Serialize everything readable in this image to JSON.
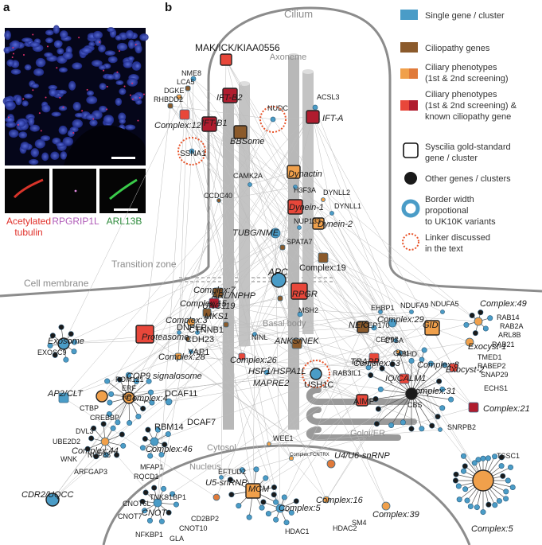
{
  "panel_a": {
    "letter": "a",
    "caption_acetylated": "Acetylated",
    "caption_tubulin": "tubulin",
    "caption_rpgrip1l": "RPGRIP1L",
    "caption_arl13b": "ARL13B",
    "colors": {
      "acetylated": "#e0302a",
      "rpgrip1l": "#b05cb8",
      "arl13b": "#2c8a3a"
    }
  },
  "panel_b": {
    "letter": "b",
    "regions": {
      "cilium": "Cilium",
      "axoneme": "Axoneme",
      "transition_zone": "Transition zone",
      "cell_membrane": "Cell membrane",
      "basal_body": "Basal body",
      "cytosol": "Cytosol",
      "nucleus": "Nucleus",
      "golgi": "Golgi/ER"
    },
    "labels": {
      "mak": "MAK/ICK/KIAA0556",
      "nme8": "NME8",
      "lca5": "LCA5",
      "dgke": "DGKE",
      "rhbdd2": "RHBDD2",
      "ift52": "IFT-B2",
      "complex12": "Complex:12",
      "ift81": "IFT-B1",
      "bbsome": "BBSome",
      "ssna1": "SSNA1",
      "nudc": "NUDC",
      "acsl3": "ACSL3",
      "ifta": "IFT-A",
      "camk2a": "CAMK2A",
      "cccd40": "CCDC40",
      "dynactin": "Dynactin",
      "h3f3a": "H3F3A",
      "dynll2": "DYNLL2",
      "dynein1": "Dynein-1",
      "dynll1": "DYNLL1",
      "nup133": "NUP133",
      "dynein2": "Dynein-2",
      "tubg": "TUBG/NME",
      "spata7": "SPATA7",
      "complex19": "Complex:19",
      "apc": "APC",
      "complex7": "Complex:7",
      "arl_nphp": "ARL/NPHP",
      "rpgr": "RPGR",
      "complex15": "Complex:15",
      "unc119": "UNC119",
      "msh2": "MSH2",
      "mks1": "MKS1",
      "complex3": "Complex:3",
      "proteasome": "Proteasome",
      "dnpep": "DNPEP",
      "ctnnb1": "CTNNB1",
      "ninl": "NINL",
      "cdh23": "CDH23",
      "yap1": "YAP1",
      "complex28": "Complex:28",
      "anks": "ANKS/NEK",
      "complex26": "Complex:26",
      "hsf1": "HSF1/HSPA1L",
      "mapre2": "MAPRE2",
      "cop9": "COP9 signalosome",
      "exosome": "Exosome",
      "exosc9": "EXOSC9",
      "ap2": "AP2/CLT",
      "pom121": "POM121",
      "erf": "ERF",
      "rb1": "RB1",
      "complex4": "Complex:4",
      "ctbp": "CTBP",
      "crebbp": "CREBBP",
      "dcaf11": "DCAF11",
      "dcaf7": "DCAF7",
      "rbm14": "RBM14",
      "dvl3": "DVL3",
      "ube2d2": "UBE2D2",
      "complex44": "Complex:44",
      "wnk": "WNK",
      "nup88": "NUP88",
      "arfgap3": "ARFGAP3",
      "complex46": "Complex:46",
      "mfap1": "MFAP1",
      "ush1c": "USH1C",
      "rab3il1": "RAB3IL1",
      "trapp": "TRAPP",
      "complex53": "Complex:53",
      "cep170": "CEP170",
      "cep97": "CEP97",
      "nek": "NEK",
      "ehbp1": "EHBP1",
      "ndufa9": "NDUFA9",
      "ndufa5": "NDUFA5",
      "complex29": "Complex:29",
      "gid": "GID",
      "ctsa": "CTSA",
      "gdi1": "GDI1",
      "abhd": "ABHD",
      "complex8": "Complex:8",
      "complex49": "Complex:49",
      "rab14": "RAB14",
      "rab2a": "RAB2A",
      "arl8b": "ARL8B",
      "rab21": "RAB21",
      "exocyst1": "Exocyst-1",
      "tmed1": "TMED1",
      "rabep2": "RABEP2",
      "snap29": "SNAP29",
      "exocyst2": "Exocyst-2",
      "iq_calm1": "IQ/CALM1",
      "echs1": "ECHS1",
      "complex31": "Complex:31",
      "aimp": "AIMP",
      "cbs": "CBS",
      "complex21": "Complex:21",
      "snrpb2": "SNRPB2",
      "tssc1": "TSSC1",
      "complex5b": "Complex:5",
      "wee1": "WEE1",
      "complex_fcntrx": "Complex:FCNTRX",
      "u4u6": "U4/U6-snRNP",
      "eftud2": "EFTUD2",
      "mcm": "MCM",
      "u5": "U5-snRNP",
      "complex16": "Complex:16",
      "complex5": "Complex:5",
      "hdac1": "HDAC1",
      "hdac2": "HDAC2",
      "sm4": "SM4",
      "complex39": "Complex:39",
      "rqcd1": "RQCD1",
      "tnks1bp1": "TNKS1BP1",
      "cnot6l": "CNOT6L",
      "cnot": "CNOT",
      "cd2bp2": "CD2BP2",
      "cnot7": "CNOT7",
      "cnot10": "CNOT10",
      "nfkbp1": "NFKBP1",
      "gla": "GLA",
      "cdr2": "CDR2/UQCC"
    }
  },
  "legend": {
    "items": [
      {
        "label": "Single gene / cluster"
      },
      {
        "label": "Ciliopathy genes"
      },
      {
        "label": "Ciliary phenotypes",
        "label2": "(1st & 2nd screening)"
      },
      {
        "label": "Ciliary phenotypes",
        "label2": "(1st & 2nd screening) &",
        "label3": "known ciliopathy gene"
      },
      {
        "label": "Syscilia gold-standard",
        "label2": "gene / cluster"
      },
      {
        "label": "Other genes / clusters"
      },
      {
        "label": "Border width",
        "label2": "propotional",
        "label3": "to UK10K variants"
      },
      {
        "label": "Linker discussed",
        "label2": "in the text"
      }
    ],
    "colors": {
      "single": "#4a9cc7",
      "ciliopathy": "#8b5a2b",
      "phen_a": "#f0a04b",
      "phen_b": "#e07a3a",
      "known_a": "#e8473a",
      "known_b": "#b01c2e",
      "other": "#1a1a1a",
      "linker": "#e8552b"
    }
  }
}
